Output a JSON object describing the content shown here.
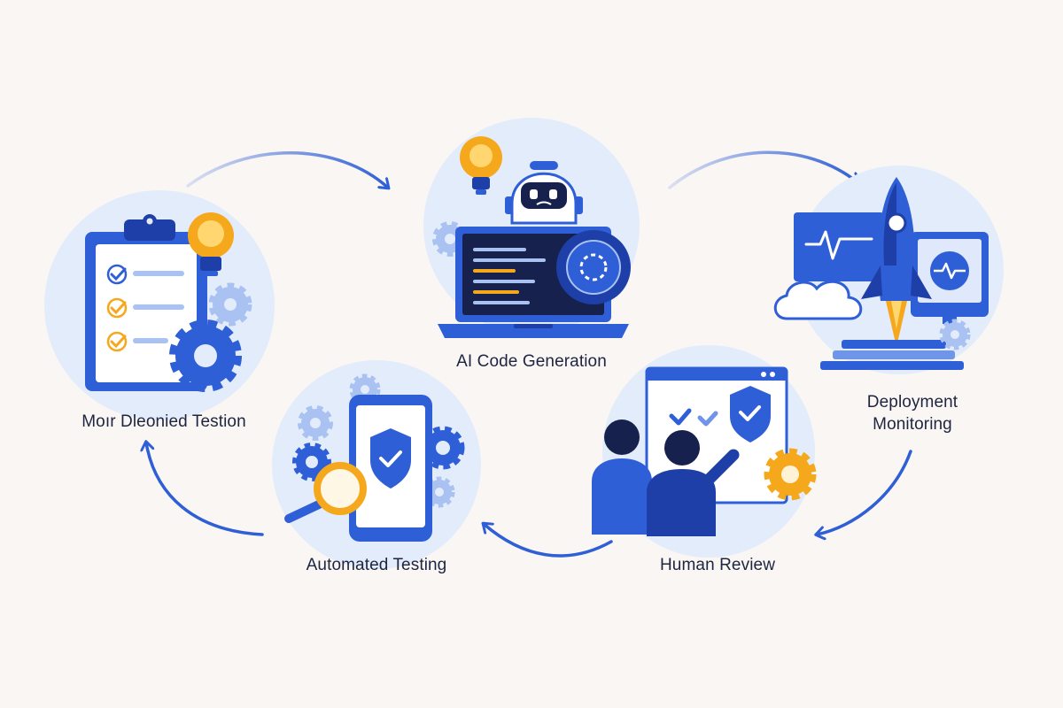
{
  "stages": [
    {
      "id": "plan",
      "label": "Moır Dleonied Testion",
      "icons": [
        "clipboard-checklist-icon",
        "lightbulb-icon",
        "gear-icon"
      ]
    },
    {
      "id": "codegen",
      "label": "AI Code Generation",
      "icons": [
        "robot-icon",
        "laptop-code-icon",
        "lightbulb-icon",
        "gear-icon"
      ]
    },
    {
      "id": "deploy",
      "label": "Deployment Monitoring",
      "label_lines": [
        "Deployment",
        "Monitoring"
      ],
      "icons": [
        "rocket-icon",
        "monitor-heartbeat-icon",
        "cloud-icon",
        "gear-icon"
      ]
    },
    {
      "id": "testing",
      "label": "Automated Testing",
      "icons": [
        "smartphone-shield-icon",
        "magnifier-icon",
        "gear-icon"
      ]
    },
    {
      "id": "review",
      "label": "Human Review",
      "icons": [
        "people-icon",
        "whiteboard-checks-icon",
        "shield-check-icon",
        "gear-icon"
      ]
    }
  ],
  "cycle_order": [
    "plan",
    "codegen",
    "deploy",
    "review",
    "testing",
    "plan"
  ],
  "colors": {
    "background": "#faf6f4",
    "primary_blue": "#2f5fd6",
    "dark_blue": "#1f3fa8",
    "light_blue": "#dfe9fb",
    "accent_orange": "#f5a81c",
    "text": "#1d2540"
  }
}
